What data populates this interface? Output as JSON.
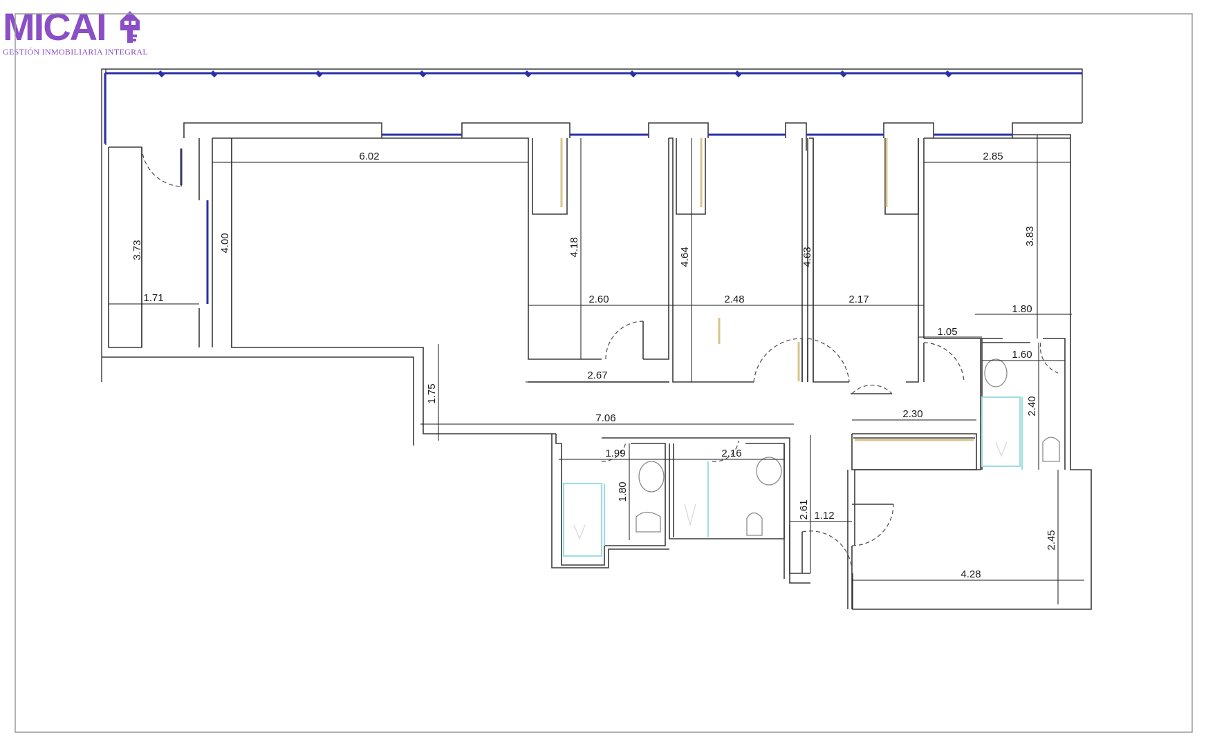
{
  "logo": {
    "wordmark": "MICAI",
    "tagline": "GESTIÓN INMOBILIARIA INTEGRAL",
    "icon": "house-key-icon",
    "color": "#8a4fc7"
  },
  "colors": {
    "wall": "#3a3a3a",
    "window": "#2a2fa8",
    "wardrobe": "#d8c48a",
    "fixture": "#9fdde3",
    "dim": "#1a1a1a"
  },
  "dimensions": {
    "hall_height": "3.73",
    "hall_width": "1.71",
    "living_height": "4.00",
    "living_width": "6.02",
    "bed1_height": "4.18",
    "bed1_width": "2.60",
    "bed1_bottom": "2.67",
    "bed2_height": "4.64",
    "bed2_width": "2.48",
    "bed3_height": "4.63",
    "bed3_width": "2.17",
    "bed4_width": "2.85",
    "bed4_height": "3.83",
    "ensuite_width": "1.80",
    "ensuite_inner": "1.60",
    "ensuite_height": "2.40",
    "door_gap": "1.05",
    "corridor_width": "2.30",
    "corridor_drop": "1.75",
    "corridor_length": "7.06",
    "bath1_width": "1.99",
    "bath1_height": "1.80",
    "bath2_width": "2.16",
    "store_height": "2.61",
    "store_width": "1.12",
    "kitchen_height": "2.45",
    "kitchen_width": "4.28"
  }
}
